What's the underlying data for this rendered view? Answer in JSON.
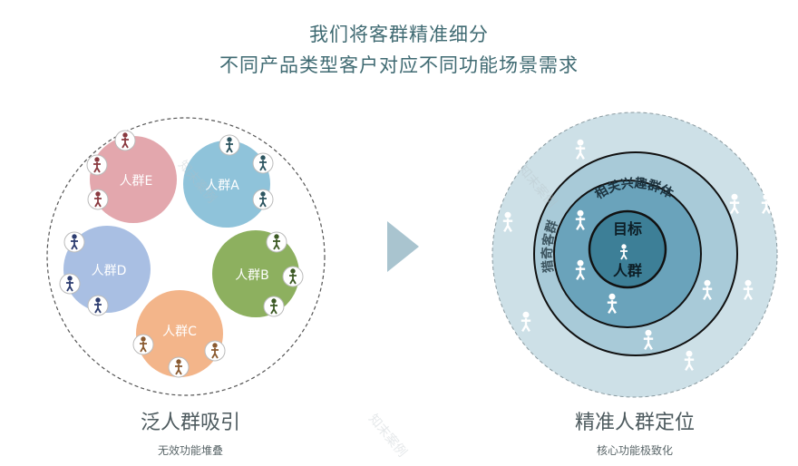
{
  "header": {
    "line1": "我们将客群精准细分",
    "line2": "不同产品类型客户对应不同功能场景需求"
  },
  "left_diagram": {
    "groups": [
      {
        "label": "人群E",
        "color": "#e3a7ad"
      },
      {
        "label": "人群A",
        "color": "#8fc3da"
      },
      {
        "label": "人群D",
        "color": "#a9bfe3"
      },
      {
        "label": "人群B",
        "color": "#8db05f"
      },
      {
        "label": "人群C",
        "color": "#f3b58a"
      }
    ],
    "caption": "泛人群吸引",
    "subcaption": "无效功能堆叠"
  },
  "arrow": {
    "icon": "play-arrow-icon",
    "color": "#a9c4cf"
  },
  "right_diagram": {
    "outer_ring_label": "猎奇客群",
    "middle_ring_label": "相关兴趣群体",
    "center_label_1": "目标",
    "center_label_2": "人群",
    "colors": {
      "outer": "#cde0e7",
      "ring": "#a8cad8",
      "middle": "#6aa3bb",
      "center": "#3d7f97"
    },
    "caption": "精准人群定位",
    "subcaption": "核心功能极致化"
  },
  "watermark": "知末案例"
}
